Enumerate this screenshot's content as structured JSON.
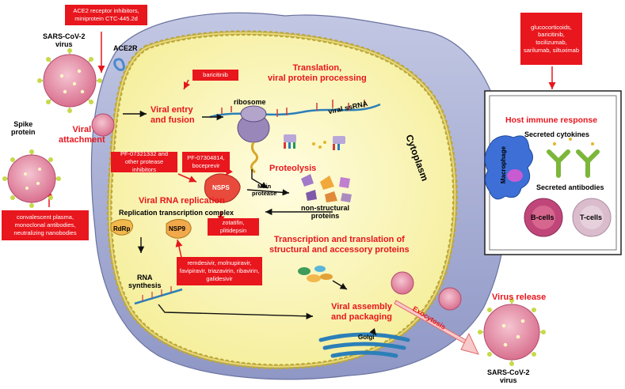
{
  "drugs": {
    "ace2_inhibitors": "ACE2 receptor inhibitors, miniprotein CTC-445.2d",
    "baricitinib": "baricitinib",
    "protease_inhibitors": "PF-07321332 and other protease inhibitors",
    "pf_boceprevir": "PF-07304814, boceprevir",
    "zotatifin": "zotatifin, plitidepsin",
    "rdrp_inhibitors": "remdesivir, molnupiravir, favipiravir, triazavirin, ribavirin, galidesivir",
    "antibodies": "convalescent plasma, monoclonal antibodies, neutralizing nanobodies",
    "immunomodulators": "glucocorticoids, baricitinib, tocilizumab, sarilumab, siltuximab"
  },
  "labels": {
    "virus_top": "SARS-CoV-2\nvirus",
    "ace2r": "ACE2R",
    "spike_protein": "Spike\nprotein",
    "viral_attachment": "Viral\nattachment",
    "translation": "Translation,\nviral protein processing",
    "viral_entry": "Viral entry\nand fusion",
    "ribosome": "ribosome",
    "viral_ssrna": "viral ssRNA",
    "cytoplasm": "Cytoplasm",
    "proteolysis": "Proteolysis",
    "nsps": "NSPS",
    "main_protease": "Main\nprotease",
    "non_structural": "non-structural\nproteins",
    "viral_rna_replication": "Viral RNA replication",
    "rtc": "Replication transcription complex",
    "rdrp": "RdRp",
    "nsp9": "NSP9",
    "rna_synthesis": "RNA\nsynthesis",
    "transcription_translation": "Transcription and translation of\nstructural and accessory proteins",
    "viral_assembly": "Viral assembly\nand packaging",
    "golgi": "Golgi",
    "exocytosis": "Exocytosis",
    "virus_release": "Virus release",
    "virus_bottom": "SARS-CoV-2\nvirus"
  },
  "immune": {
    "title": "Host immune response",
    "cytokines": "Secreted cytokines",
    "antibodies": "Secreted antibodies",
    "macrophage": "Macrophage",
    "b_cells": "B-cells",
    "t_cells": "T-cells"
  },
  "colors": {
    "accent_red": "#e8161d",
    "cytoplasm": "#fbf7b5",
    "cell_outer": "#aab1d4",
    "virus": "#e38aa3",
    "spike": "#c7d94a",
    "macrophage": "#3d6fd6",
    "antibody": "#8cc63f"
  }
}
